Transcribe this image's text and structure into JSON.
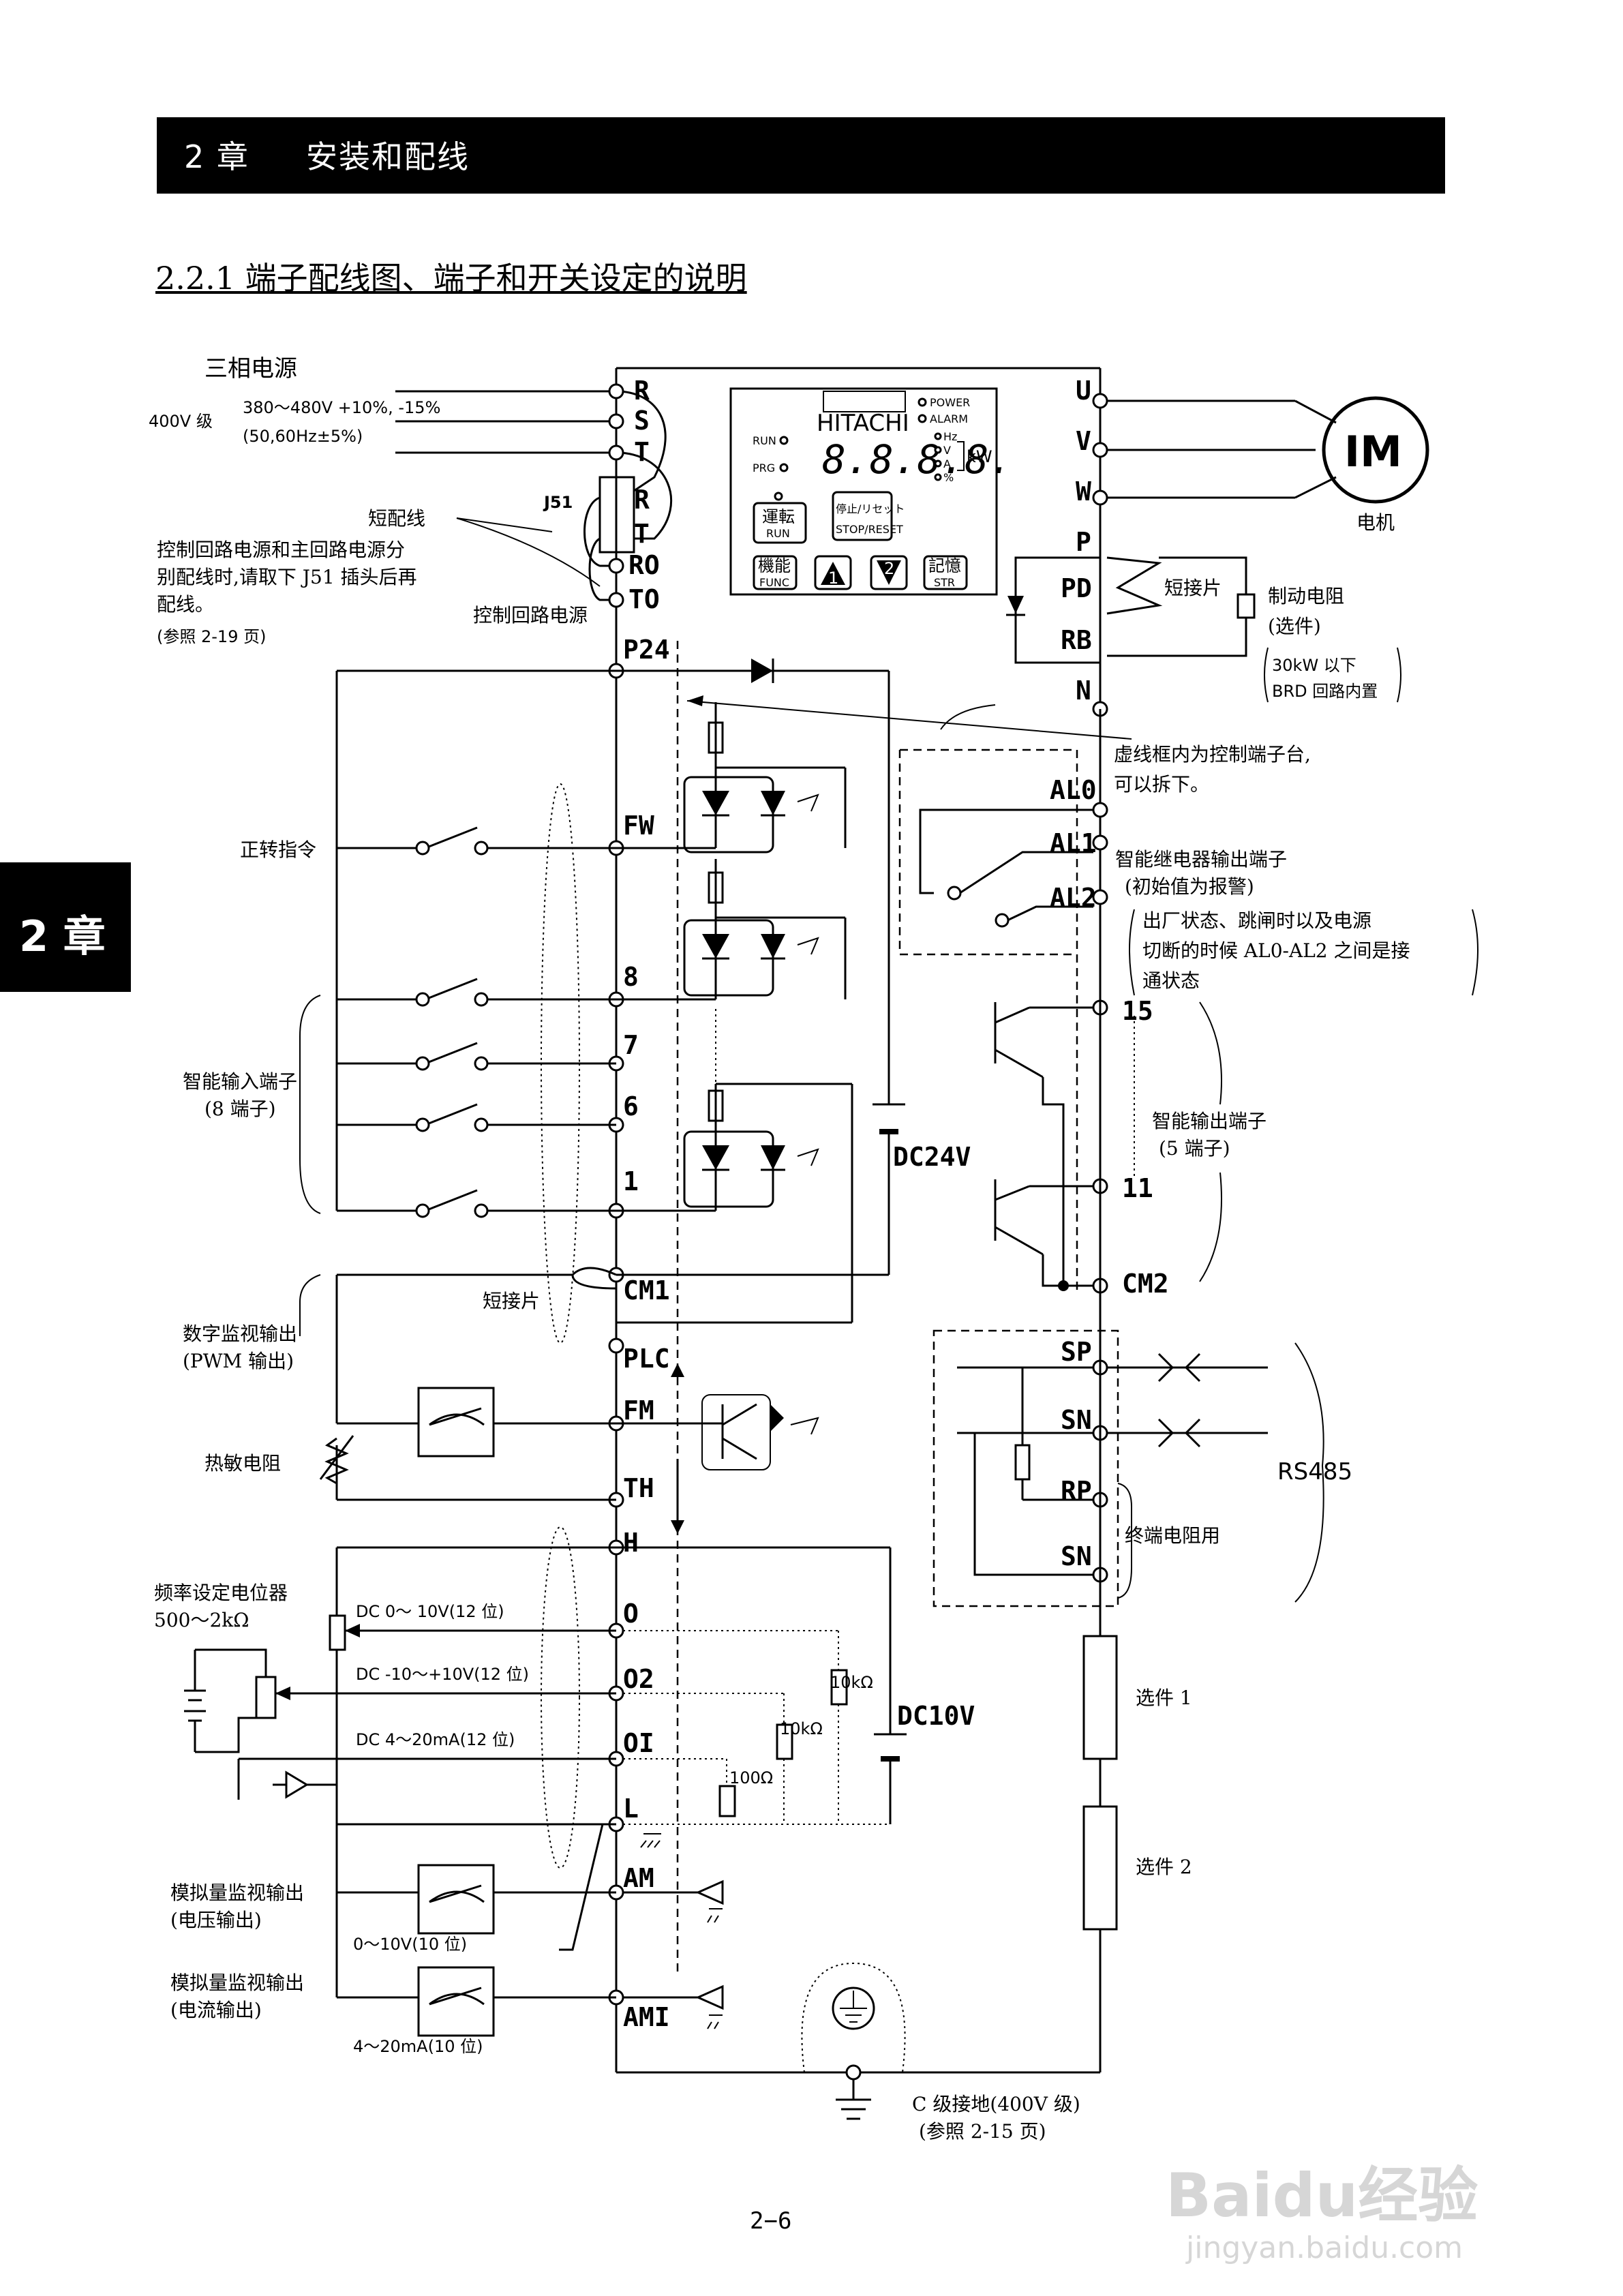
{
  "header": {
    "title": "2 章     安装和配线"
  },
  "section": {
    "title": "2.2.1 端子配线图、端子和开关设定的说明"
  },
  "side_tab": {
    "label": "2 章"
  },
  "page_number": "2−6",
  "watermark": {
    "brand": "Baidu经验",
    "url": "jingyan.baidu.com"
  },
  "power": {
    "title": "三相电源",
    "class": "400V 级",
    "voltage": "380～480V +10%, -15%",
    "frequency": "(50,60Hz±5%)",
    "short_wire": "短配线",
    "j51": "J51",
    "note": [
      "控制回路电源和主回路电源分",
      "别配线时,请取下 J51 插头后再",
      "配线。",
      "(参照 2-19 页)"
    ],
    "ctrl_power": "控制回路电源"
  },
  "terminals_left": [
    "R",
    "S",
    "T",
    "R",
    "T",
    "RO",
    "TO",
    "P24",
    "FW",
    "8",
    "7",
    "6",
    "1",
    "CM1",
    "PLC",
    "FM",
    "TH",
    "H",
    "O",
    "O2",
    "OI",
    "L",
    "AM",
    "AMI"
  ],
  "terminals_right": [
    "U",
    "V",
    "W",
    "P",
    "PD",
    "RB",
    "N",
    "AL0",
    "AL1",
    "AL2",
    "15",
    "11",
    "CM2",
    "SP",
    "SN",
    "RP",
    "SN"
  ],
  "panel": {
    "brand": "HITACHI",
    "display": "8.8.8.8.",
    "run_led": "RUN",
    "prg_led": "PRG",
    "power_led": "POWER",
    "alarm_led": "ALARM",
    "units": [
      "Hz",
      "V",
      "A",
      "%"
    ],
    "kw": "kW",
    "btn_run": [
      "運転",
      "RUN"
    ],
    "btn_stop": [
      "停止/リセット",
      "STOP/RESET"
    ],
    "btn_func": [
      "機能",
      "FUNC"
    ],
    "btn_up": "1",
    "btn_down": "2",
    "btn_str": [
      "記憶",
      "STR"
    ]
  },
  "motor": {
    "symbol": "IM",
    "label": "电机"
  },
  "brake": {
    "jumper": "短接片",
    "resistor": [
      "制动电阻",
      "(选件)"
    ],
    "note": [
      "30kW 以下",
      "BRD 回路内置"
    ]
  },
  "control": {
    "dashed_note": [
      "虚线框内为控制端子台,",
      "可以拆下。"
    ],
    "forward": "正转指令",
    "inputs": [
      "智能输入端子",
      "(8 端子)"
    ],
    "jumper": "短接片",
    "dc24": "DC24V",
    "relay": [
      "智能继电器输出端子",
      "(初始值为报警)"
    ],
    "relay_note": [
      "出厂状态、跳闸时以及电源",
      "切断的时候 AL0-AL2 之间是接",
      "通状态"
    ],
    "outputs": [
      "智能输出端子",
      "(5 端子)"
    ],
    "digital_monitor": [
      "数字监视输出",
      "(PWM 输出)"
    ],
    "thermistor": "热敏电阻",
    "rs485": "RS485",
    "terminator": "终端电阻用",
    "pot": [
      "频率设定电位器",
      "500～2kΩ"
    ],
    "dc_o": "DC    0～ 10V(12 位)",
    "dc_o2": "DC  -10～+10V(12 位)",
    "dc_oi": "DC    4～20mA(12 位)",
    "dc10": "DC10V",
    "r10k_a": "10kΩ",
    "r10k_b": "10kΩ",
    "r100": "100Ω",
    "am_label": [
      "模拟量监视输出",
      "(电压输出)"
    ],
    "am_range": "0～10V(10 位)",
    "ami_label": [
      "模拟量监视输出",
      "(电流输出)"
    ],
    "ami_range": "4～20mA(10 位)",
    "option1": "选件 1",
    "option2": "选件 2",
    "ground": [
      "C 级接地(400V 级)",
      "(参照 2-15 页)"
    ]
  }
}
